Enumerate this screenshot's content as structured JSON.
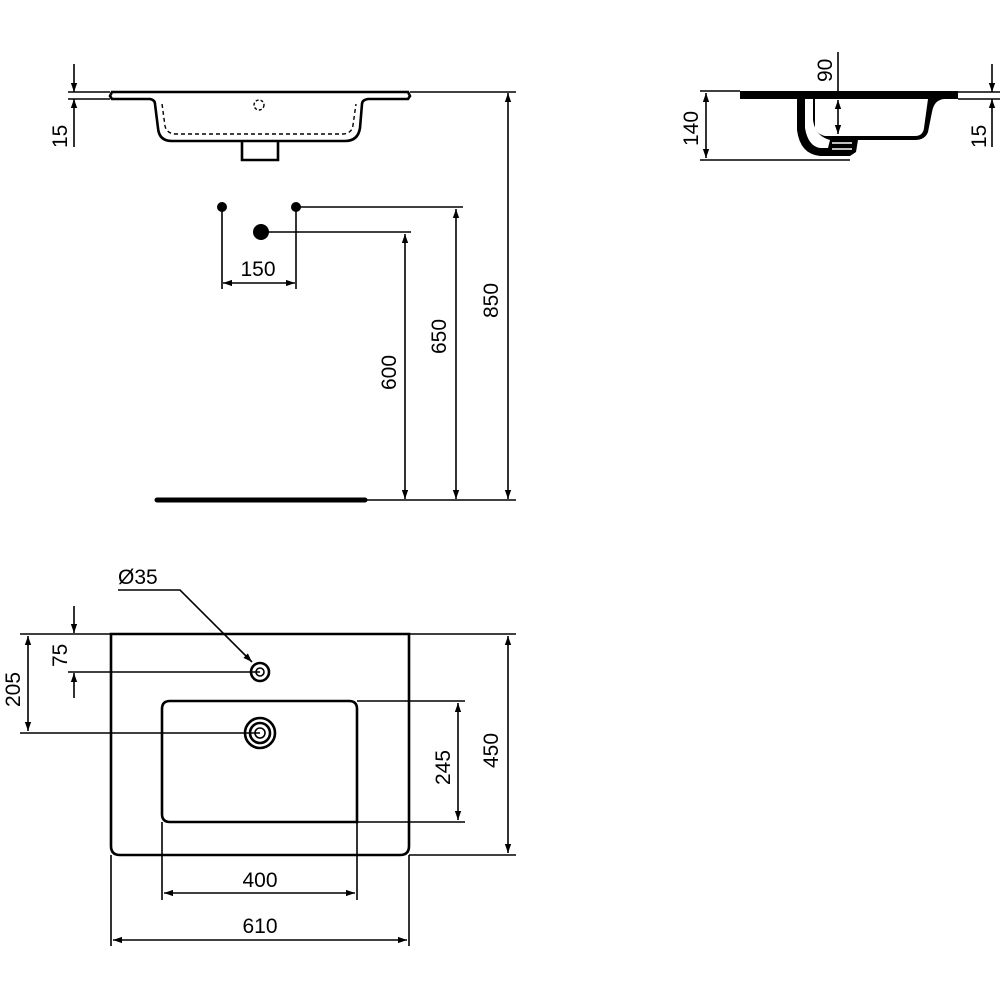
{
  "front_view": {
    "rim_thickness": "15",
    "tap_spacing": "150",
    "tap_height": "650",
    "waste_height": "600",
    "rim_height": "850"
  },
  "side_view": {
    "bowl_depth": "90",
    "overall_depth": "140",
    "rim_thickness": "15"
  },
  "plan_view": {
    "tap_hole_diameter": "Ø35",
    "tap_hole_offset": "75",
    "waste_offset": "205",
    "bowl_depth": "245",
    "overall_depth": "450",
    "bowl_width": "400",
    "overall_width": "610"
  }
}
